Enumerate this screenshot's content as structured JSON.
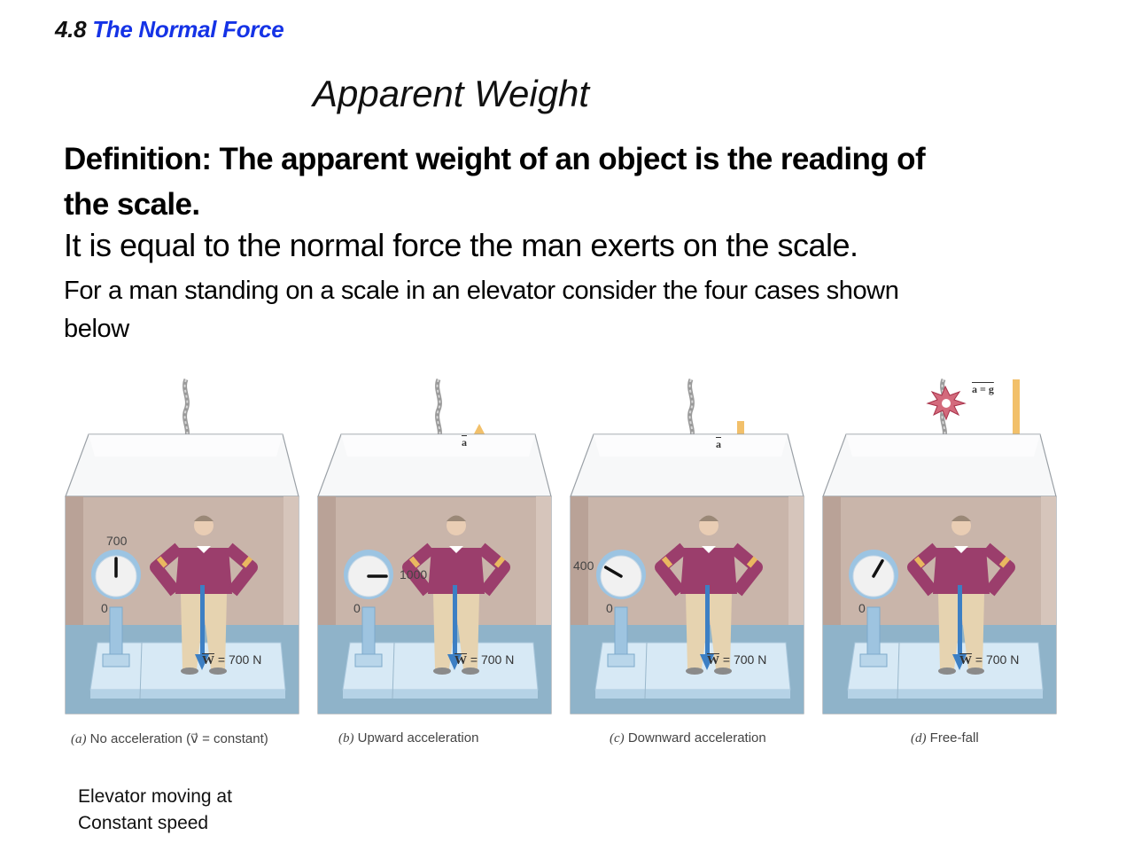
{
  "header": {
    "section_number": "4.8",
    "section_title": "The Normal Force"
  },
  "slide": {
    "title": "Apparent Weight",
    "definition": "Definition: The apparent weight of an object is the reading of the scale.",
    "statement": "It is equal to the normal force the man exerts on the scale.",
    "intro": "For a man standing on a scale in an elevator consider the  four cases shown below"
  },
  "figure": {
    "panels": [
      {
        "letter": "(a)",
        "caption": "No acceleration (v⃗ = constant)",
        "scale_reading": "700",
        "zero_label": "0",
        "weight_label_vec": "W",
        "weight_label_value": " = 700 N",
        "acceleration": "none",
        "acceleration_label": ""
      },
      {
        "letter": "(b)",
        "caption": "Upward acceleration",
        "scale_reading": "1000",
        "zero_label": "0",
        "weight_label_vec": "W",
        "weight_label_value": " = 700 N",
        "acceleration": "up",
        "acceleration_label": "a"
      },
      {
        "letter": "(c)",
        "caption": "Downward acceleration",
        "scale_reading": "400",
        "zero_label": "0",
        "weight_label_vec": "W",
        "weight_label_value": " = 700 N",
        "acceleration": "down",
        "acceleration_label": "a"
      },
      {
        "letter": "(d)",
        "caption": "Free-fall",
        "scale_reading": "",
        "zero_label": "0",
        "weight_label_vec": "W",
        "weight_label_value": " = 700 N",
        "acceleration": "down",
        "acceleration_label": "a = g"
      }
    ]
  },
  "note": {
    "line1": "Elevator moving at",
    "line2": "Constant speed"
  },
  "colors": {
    "section_title": "#1533e6",
    "wall": "#c9b5aa",
    "floor": "#8fb3c9",
    "shirt": "#9b3e6c",
    "pants": "#e6d3b0",
    "weight_arrow": "#3c7fc4",
    "accel_arrow": "#f2c06a"
  }
}
